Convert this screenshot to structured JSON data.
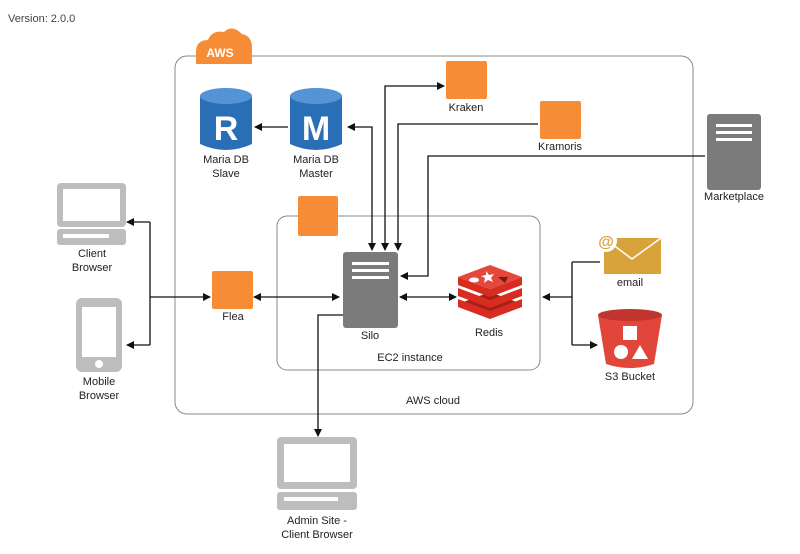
{
  "version": "Version: 2.0.0",
  "aws_badge": "AWS",
  "containers": {
    "aws_cloud": "AWS cloud",
    "ec2_instance": "EC2 instance"
  },
  "nodes": {
    "client_browser": [
      "Client",
      "Browser"
    ],
    "mobile_browser": [
      "Mobile",
      "Browser"
    ],
    "admin_site": [
      "Admin Site -",
      "Client Browser"
    ],
    "maria_slave": [
      "Maria DB",
      "Slave"
    ],
    "maria_master": [
      "Maria DB",
      "Master"
    ],
    "kraken": "Kraken",
    "kramoris": "Kramoris",
    "marketplace": "Marketplace",
    "flea": "Flea",
    "silo": "Silo",
    "redis": "Redis",
    "email": "email",
    "s3_bucket": "S3 Bucket"
  },
  "db_letters": {
    "slave": "R",
    "master": "M"
  },
  "email_symbol": "@",
  "colors": {
    "orange": "#f68d36",
    "db_blue": "#2a6eb5",
    "server_gray": "#7b7b7b",
    "redis_red": "#d82c20",
    "email_gold": "#d9a33c",
    "s3_red": "#e2463b"
  }
}
